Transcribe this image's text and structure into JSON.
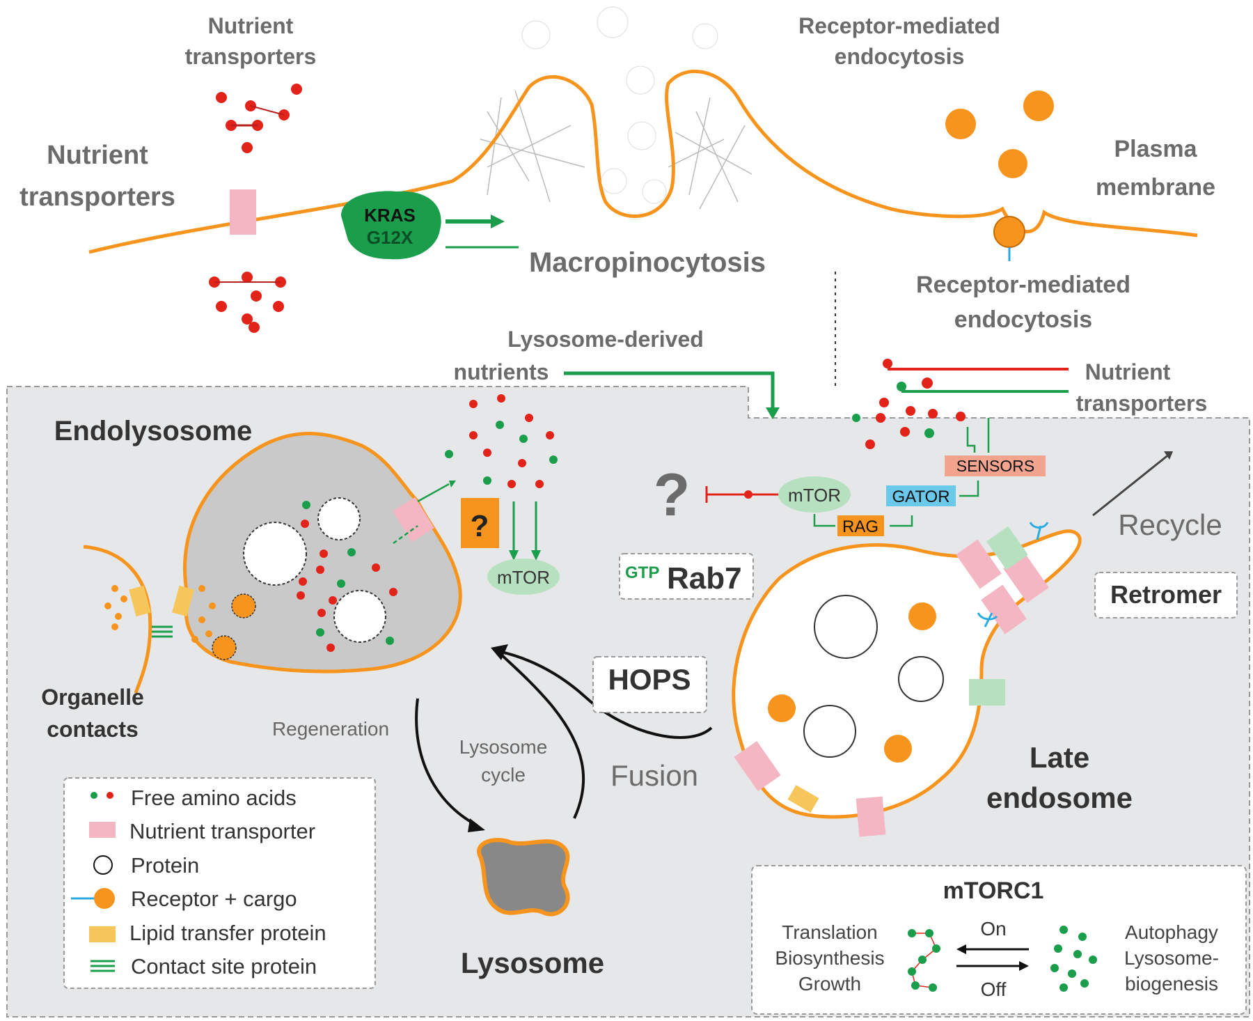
{
  "top_labels": {
    "nutrient_transporters": [
      "Nutrient",
      "transporters"
    ],
    "receptor_mediated_endocytosis": [
      "Receptor-mediated",
      "endocytosis"
    ],
    "plasma_membrane": [
      "Plasma",
      "membrane"
    ],
    "kras_line1": "KRAS",
    "kras_line2": "G12X",
    "macropinocytosis": "Macropinocytosis",
    "lysosome_derived": [
      "Lysosome-derived",
      "nutrients"
    ],
    "nutrient_transporters_right": [
      "Nutrient",
      "transporters"
    ]
  },
  "organelles": {
    "endolysosome": "Endolysosome",
    "organelle_contacts": [
      "Organelle",
      "contacts"
    ],
    "lysosome": "Lysosome",
    "late_endosome": [
      "Late",
      "endosome"
    ]
  },
  "signaling": {
    "question_mark": "?",
    "mtor": "mTOR",
    "gator": "GATOR",
    "rag": "RAG",
    "sensors": "SENSORS",
    "rab7_prefix": "GTP",
    "rab7": "Rab7",
    "retromer": "Retromer",
    "hops": "HOPS",
    "recycle": "Recycle",
    "fusion": "Fusion",
    "regeneration": "Regeneration",
    "lysosome_cycle": [
      "Lysosome",
      "cycle"
    ]
  },
  "legend": [
    {
      "label": "Free amino acids",
      "icon": "amino-acids"
    },
    {
      "label": "Nutrient transporter",
      "icon": "transporter"
    },
    {
      "label": "Protein",
      "icon": "protein"
    },
    {
      "label": "Receptor + cargo",
      "icon": "receptor"
    },
    {
      "label": "Lipid transfer protein",
      "icon": "lipid"
    },
    {
      "label": "Contact site protein",
      "icon": "contact"
    }
  ],
  "mtorc1": {
    "title": "mTORC1",
    "left_terms": [
      "Translation",
      "Biosynthesis",
      "Growth"
    ],
    "on": "On",
    "off": "Off",
    "right_terms": [
      "Autophagy",
      "Lysosome-",
      "biogenesis"
    ]
  },
  "colors": {
    "orange": "#f7941d",
    "green": "#1a9e4b",
    "red": "#e2231a",
    "pink": "#f4b6c2",
    "light_green": "#b6e0c0",
    "blue": "#29abe2",
    "panel": "#e6e7e8",
    "lipid": "#f6c65b",
    "gator": "#6ac8ea",
    "sensors": "#f2a48e",
    "rag": "#f7941d"
  }
}
